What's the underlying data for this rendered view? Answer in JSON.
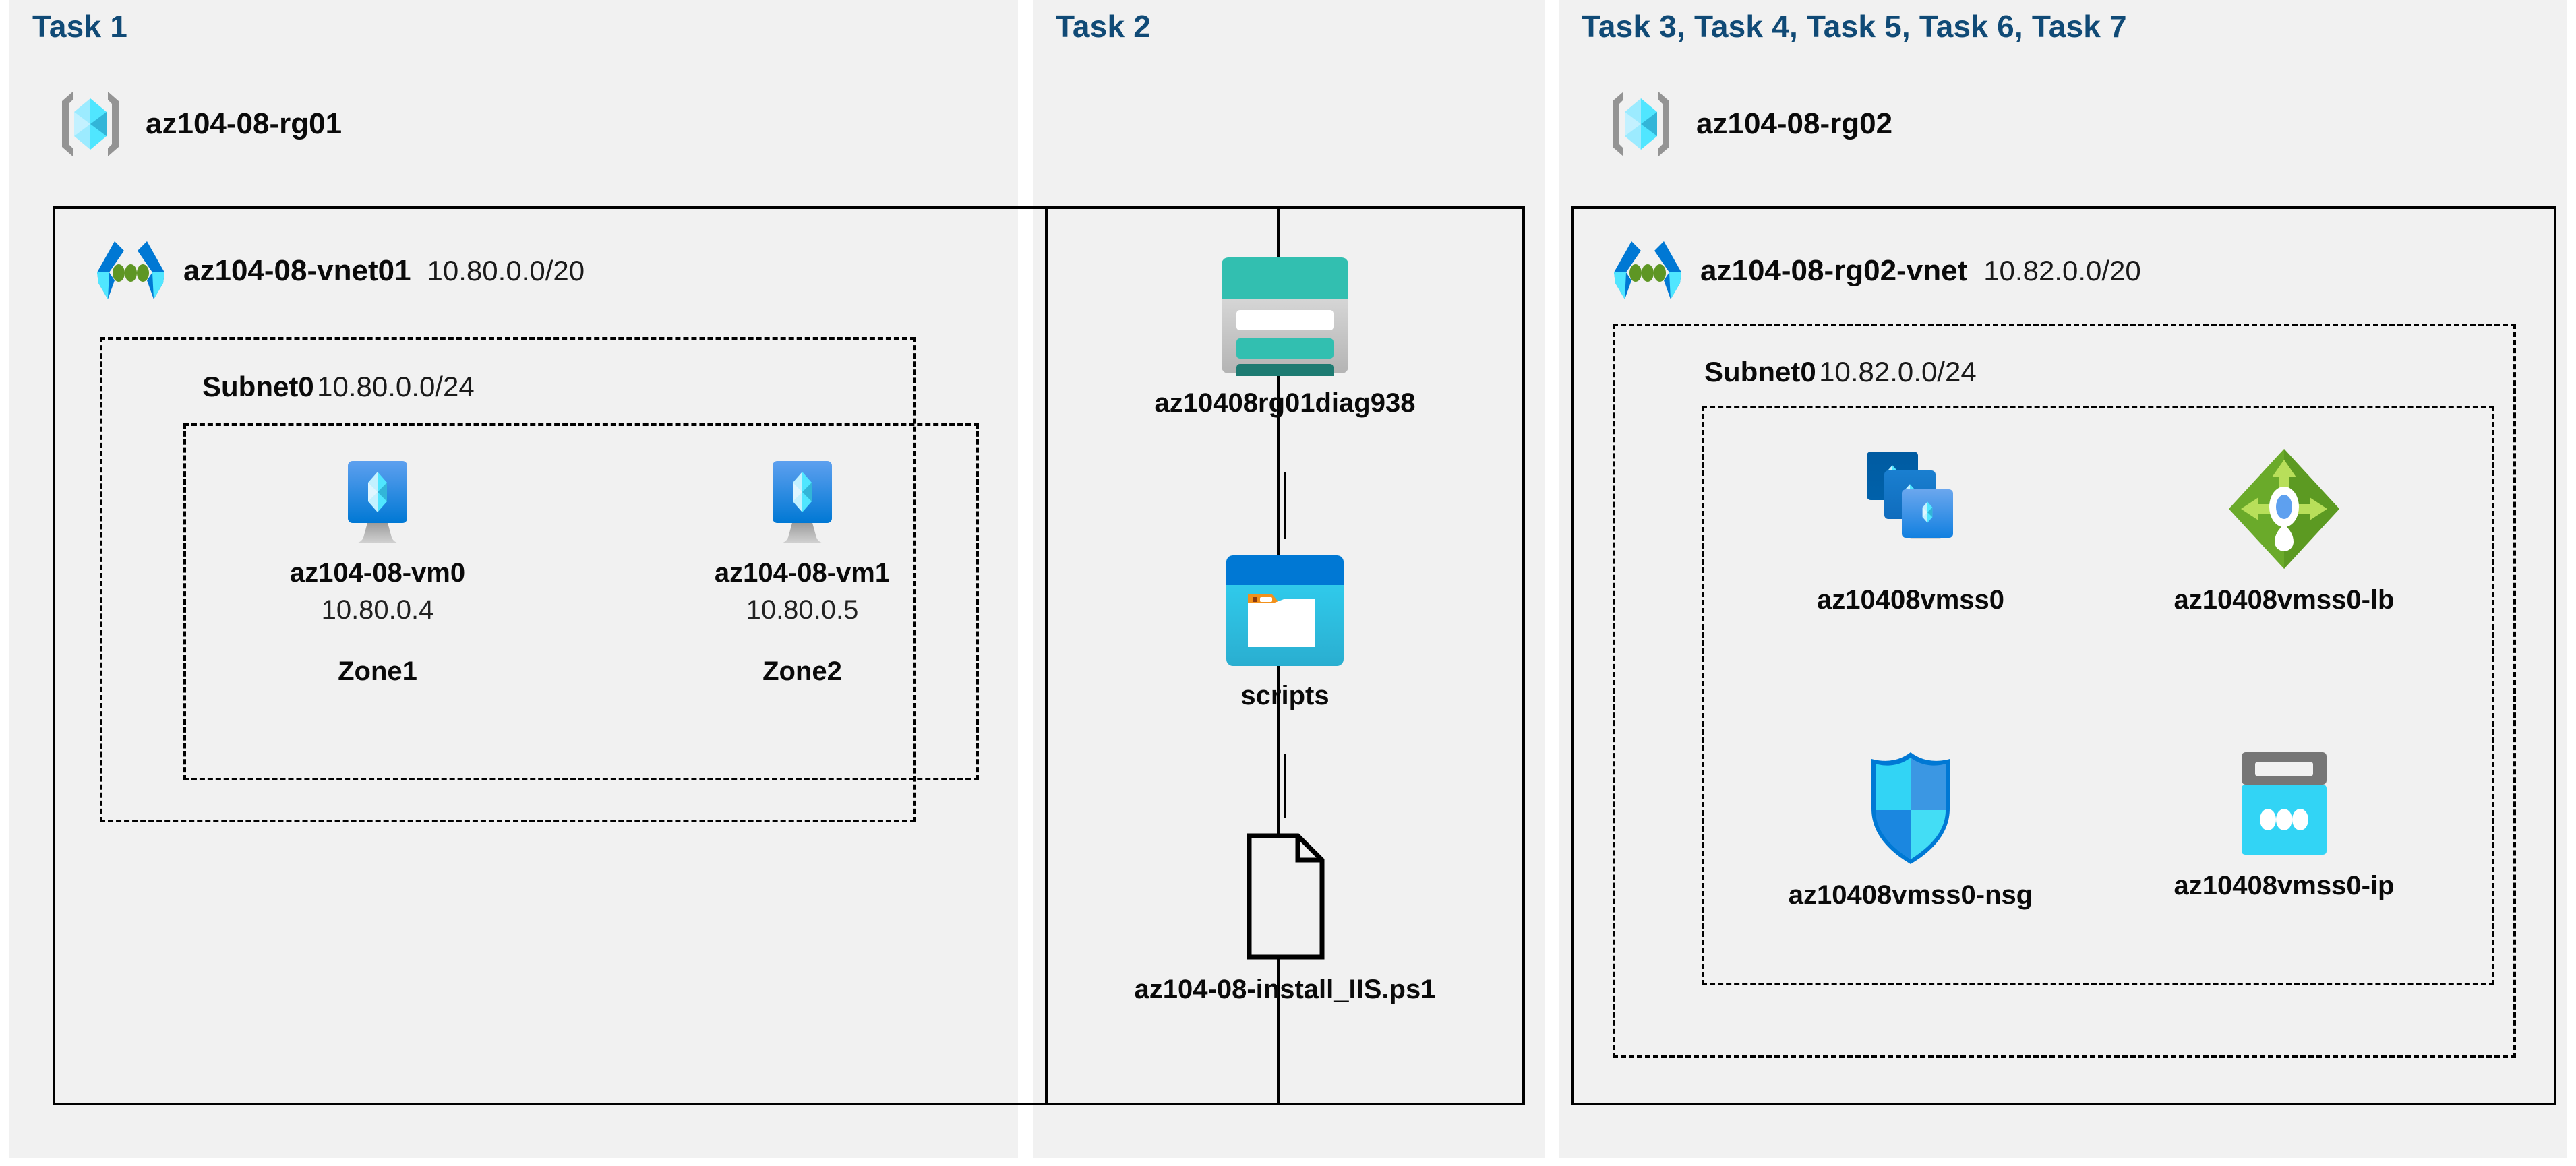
{
  "colors": {
    "panel_bg": "#f1f1f1",
    "page_bg": "#ffffff",
    "task_heading": "#104a76",
    "border": "#000000",
    "azure_blue": "#0078d4",
    "azure_cyan": "#50e6ff",
    "storage_teal": "#32bfb0",
    "storage_teal_dark": "#1d7b72",
    "lb_green": "#7fba42",
    "rg_gray": "#949494"
  },
  "columns": [
    {
      "id": "task1",
      "heading": "Task 1",
      "resource_group": {
        "name": "az104-08-rg01",
        "icon": "resource-group-icon"
      },
      "vnet": {
        "name": "az104-08-vnet01",
        "cidr": "10.80.0.0/20",
        "icon": "virtual-network-icon"
      },
      "subnet": {
        "name": "Subnet0",
        "cidr": "10.80.0.0/24"
      },
      "nodes": [
        {
          "icon": "virtual-machine-icon",
          "label": "az104-08-vm0",
          "sub": "10.80.0.4",
          "zone": "Zone1"
        },
        {
          "icon": "virtual-machine-icon",
          "label": "az104-08-vm1",
          "sub": "10.80.0.5",
          "zone": "Zone2"
        }
      ]
    },
    {
      "id": "task2",
      "heading": "Task 2",
      "nodes": [
        {
          "icon": "storage-account-icon",
          "label": "az10408rg01diag938"
        },
        {
          "icon": "blob-container-icon",
          "label": "scripts"
        },
        {
          "icon": "file-icon",
          "label": "az104-08-install_IIS.ps1"
        }
      ]
    },
    {
      "id": "task3",
      "heading": "Task 3, Task 4, Task 5, Task 6, Task 7",
      "resource_group": {
        "name": "az104-08-rg02",
        "icon": "resource-group-icon"
      },
      "vnet": {
        "name": "az104-08-rg02-vnet",
        "cidr": "10.82.0.0/20",
        "icon": "virtual-network-icon"
      },
      "subnet": {
        "name": "Subnet0",
        "cidr": "10.82.0.0/24"
      },
      "nodes": [
        {
          "icon": "vm-scale-set-icon",
          "label": "az10408vmss0"
        },
        {
          "icon": "load-balancer-icon",
          "label": "az10408vmss0-lb"
        },
        {
          "icon": "network-security-group-icon",
          "label": "az10408vmss0-nsg"
        },
        {
          "icon": "public-ip-address-icon",
          "label": "az10408vmss0-ip"
        }
      ]
    }
  ]
}
